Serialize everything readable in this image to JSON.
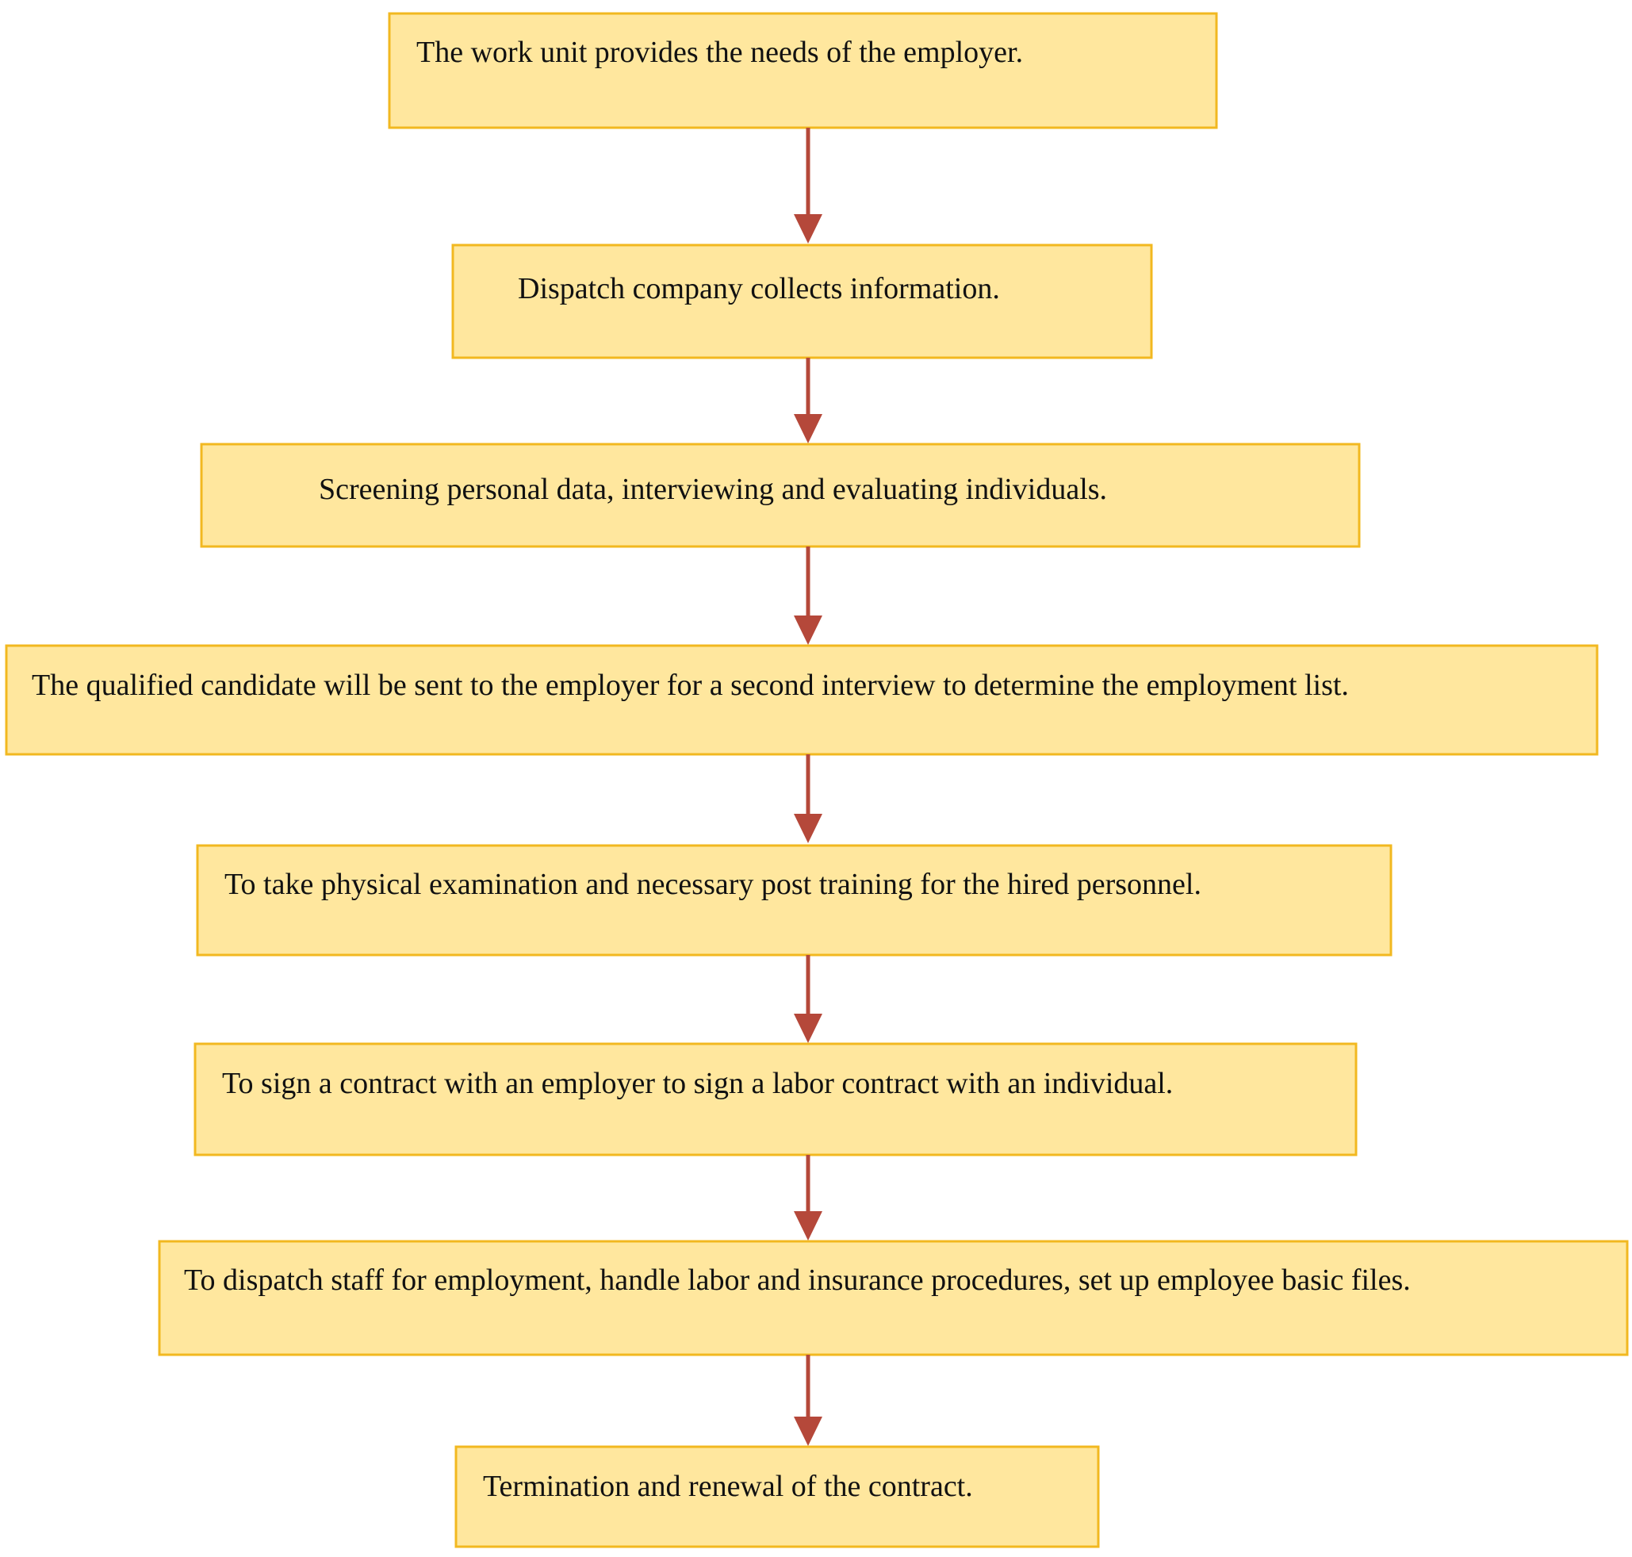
{
  "diagram": {
    "type": "flowchart",
    "colors": {
      "box_fill": "#ffe79e",
      "box_border": "#f2b820",
      "arrow": "#b5483a",
      "text": "#111111"
    },
    "steps": [
      {
        "text": "The work unit provides the needs of the employer."
      },
      {
        "text": "Dispatch company collects information."
      },
      {
        "text": "Screening personal data, interviewing and evaluating individuals."
      },
      {
        "text": "The qualified candidate will be sent to the employer for a second interview to determine the employment list."
      },
      {
        "text": "To take physical examination and necessary post training for the hired personnel."
      },
      {
        "text": "To sign a contract with an employer to sign a labor contract with an individual."
      },
      {
        "text": "To dispatch staff for employment, handle labor and insurance procedures, set up employee basic files."
      },
      {
        "text": "Termination and renewal of the contract."
      }
    ]
  }
}
